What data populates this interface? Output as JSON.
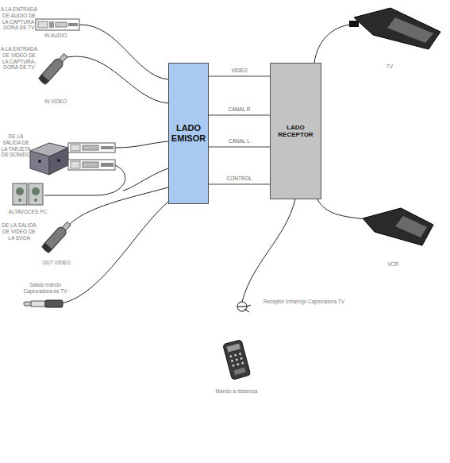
{
  "diagram": {
    "nodes": [
      {
        "text": [
          "LADO EMISOR"
        ]
      },
      {
        "text": [
          "LADO RECEPTOR"
        ]
      }
    ],
    "edges": [
      {
        "from": 0,
        "to": 1,
        "arrow": "none",
        "label": "VIDEO"
      },
      {
        "from": 0,
        "to": 1,
        "arrow": "none",
        "label": "CANAL R"
      },
      {
        "from": 0,
        "to": 1,
        "arrow": "none",
        "label": "CANAL L"
      },
      {
        "from": 0,
        "to": 1,
        "arrow": "none",
        "label": "CONTROL"
      }
    ],
    "labels": [
      "A LA ENTRADA DE AUDIO DE LA CAPTURA- DORA DE TV",
      "IN AUDIO",
      "A LA ENTRADA DE VIDEO DE LA CAPTURA- DORA DE TV",
      "IN VIDEO",
      "DE LA SALIDA DE LA TARJETA DE SONIDO",
      "ALTAVOCES PC",
      "DE LA SALIDA DE VIDEO DE LA SVGA",
      "OUT VIDEO",
      "Salida mando Capturadora de TV",
      "TV",
      "VCR",
      "Receptor Infrarrojo Capturadora TV",
      "Mando a distancia"
    ]
  }
}
